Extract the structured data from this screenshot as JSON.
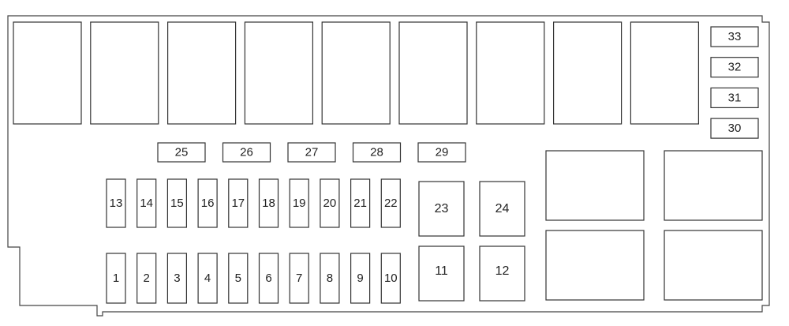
{
  "diagram": {
    "colors": {
      "outline": "#444444",
      "box_stroke": "#333333",
      "text": "#222222",
      "background": "#ffffff"
    },
    "fuses": {
      "top_row": [
        "25",
        "26",
        "27",
        "28",
        "29"
      ],
      "right_column": [
        "33",
        "32",
        "31",
        "30"
      ],
      "upper_row": [
        "13",
        "14",
        "15",
        "16",
        "17",
        "18",
        "19",
        "20",
        "21",
        "22"
      ],
      "lower_row": [
        "1",
        "2",
        "3",
        "4",
        "5",
        "6",
        "7",
        "8",
        "9",
        "10"
      ],
      "large_upper": [
        "23",
        "24"
      ],
      "large_lower": [
        "11",
        "12"
      ]
    }
  }
}
